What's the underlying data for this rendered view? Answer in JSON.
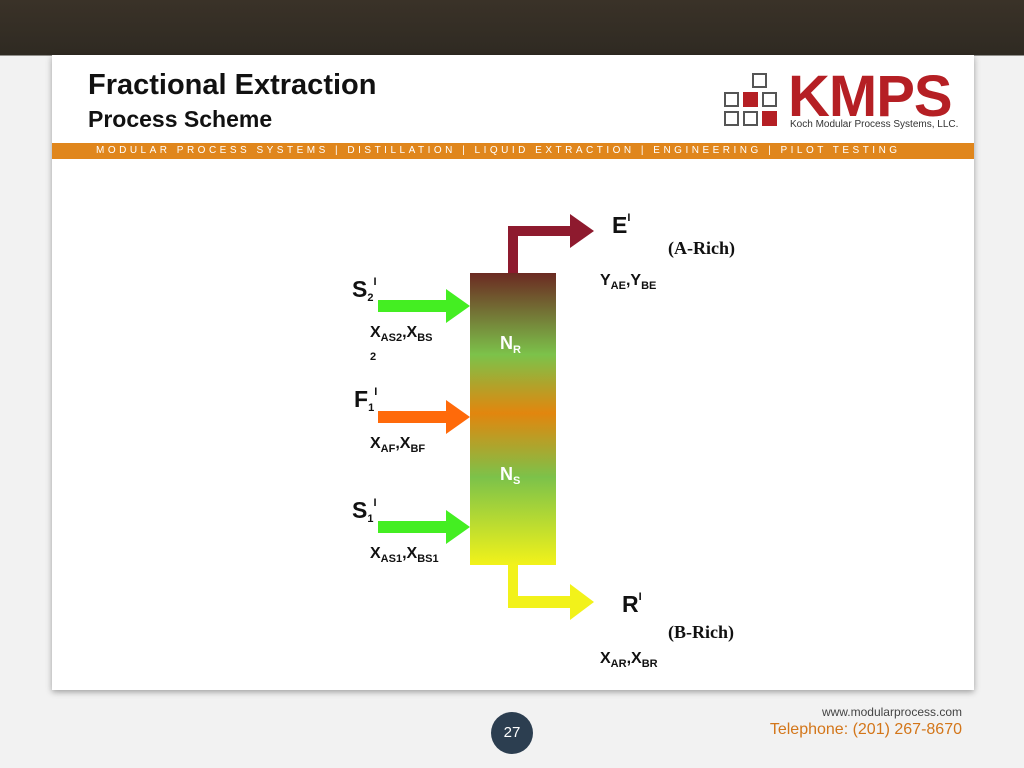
{
  "header": {
    "title": "Fractional Extraction",
    "subtitle": "Process Scheme"
  },
  "logo": {
    "brand": "KMPS",
    "tagline": "Koch Modular Process Systems, LLC.",
    "brand_color": "#b51f24"
  },
  "band": {
    "text": "MODULAR PROCESS SYSTEMS | DISTILLATION | LIQUID EXTRACTION | ENGINEERING | PILOT TESTING",
    "color": "#e0861c"
  },
  "diagram": {
    "column": {
      "section_top": {
        "main": "N",
        "sub": "R"
      },
      "section_bottom": {
        "main": "N",
        "sub": "S"
      },
      "gradient_colors": [
        "#6b2a22",
        "#7cc24a",
        "#e2860e",
        "#7cc24a",
        "#f2f21a"
      ]
    },
    "streams": {
      "extract": {
        "main": "E",
        "sup": "I",
        "note": "(A-Rich)",
        "comp": [
          {
            "main": "Y",
            "sub": "AE"
          },
          {
            "main": "Y",
            "sub": "BE"
          }
        ],
        "color": "#8e1a2e"
      },
      "raffinate": {
        "main": "R",
        "sup": "I",
        "note": "(B-Rich)",
        "comp": [
          {
            "main": "X",
            "sub": "AR"
          },
          {
            "main": "X",
            "sub": "BR"
          }
        ],
        "color": "#f2f21a"
      },
      "solvent2": {
        "main": "S",
        "sub": "2",
        "sup": "I",
        "comp": [
          {
            "main": "X",
            "sub": "AS2"
          },
          {
            "main": "X",
            "sub": "BS"
          }
        ],
        "comp_wrap": "2",
        "color": "#44ee22"
      },
      "feed": {
        "main": "F",
        "sub": "1",
        "sup": "I",
        "comp": [
          {
            "main": "X",
            "sub": "AF"
          },
          {
            "main": "X",
            "sub": "BF"
          }
        ],
        "color": "#ff6a0a"
      },
      "solvent1": {
        "main": "S",
        "sub": "1",
        "sup": "I",
        "comp": [
          {
            "main": "X",
            "sub": "AS1"
          },
          {
            "main": "X",
            "sub": "BS1"
          }
        ],
        "color": "#44ee22"
      }
    }
  },
  "footer": {
    "website": "www.modularprocess.com",
    "telephone": "Telephone: (201) 267-8670",
    "page_number": "27"
  }
}
